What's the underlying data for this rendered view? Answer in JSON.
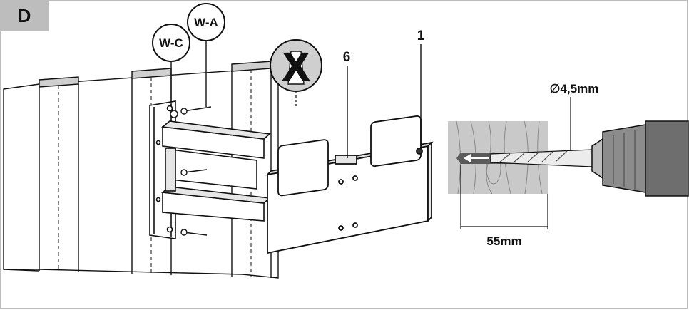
{
  "step": {
    "letter": "D"
  },
  "callouts": {
    "wc": "W-C",
    "wa": "W-A",
    "part6": "6",
    "part1": "1"
  },
  "no_anchor": {
    "symbol": "X"
  },
  "drill": {
    "diameter": "∅4,5mm",
    "depth": "55mm"
  },
  "colors": {
    "tab": "#bdbdbd",
    "wood": "#c9c9c9",
    "line": "#111111",
    "mount": "#ffffff"
  }
}
